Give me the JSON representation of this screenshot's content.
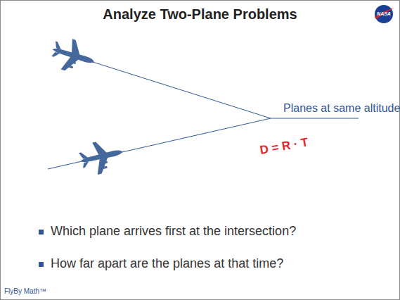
{
  "diagram": {
    "title": "Analyze Two-Plane Problems",
    "labels": [
      "Planes at same altitude",
      "D = R · T",
      "Which plane arrives first at the intersection?",
      "How far apart are the planes at that time?",
      "FlyBy Math™",
      "NASA"
    ]
  }
}
